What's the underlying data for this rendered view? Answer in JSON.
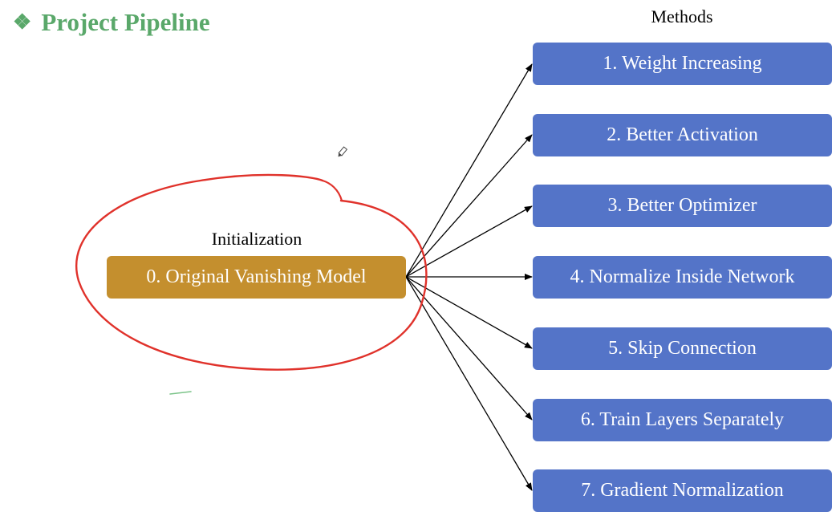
{
  "title": {
    "bullet": "❖",
    "text": "Project Pipeline"
  },
  "headings": {
    "initialization": "Initialization",
    "methods": "Methods"
  },
  "origin": {
    "label": "0. Original Vanishing Model"
  },
  "methods": [
    {
      "label": "1. Weight Increasing"
    },
    {
      "label": "2. Better Activation"
    },
    {
      "label": "3. Better Optimizer"
    },
    {
      "label": "4. Normalize Inside Network"
    },
    {
      "label": "5. Skip Connection"
    },
    {
      "label": "6. Train Layers Separately"
    },
    {
      "label": "7. Gradient Normalization"
    }
  ],
  "colors": {
    "title": "#5aa86a",
    "origin_box": "#c48f2e",
    "method_box": "#5474c8",
    "annotation_circle": "#e0322b",
    "annotation_stroke": "#7cc48a",
    "arrow": "#000000"
  }
}
